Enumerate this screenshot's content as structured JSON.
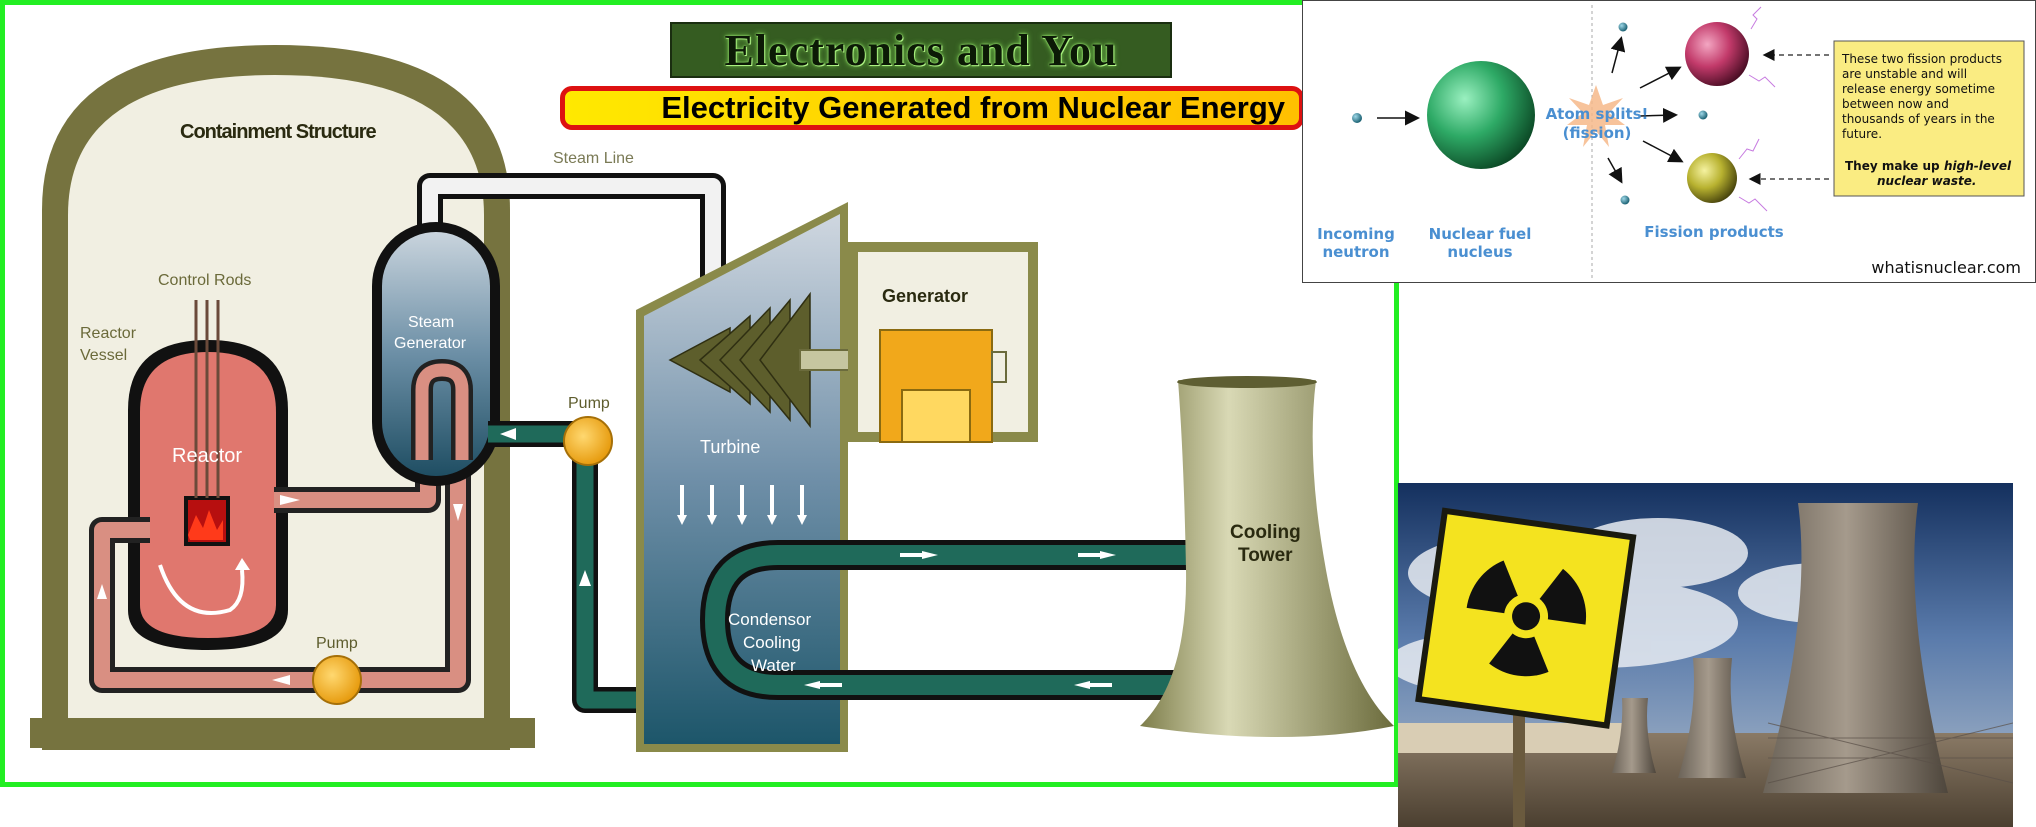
{
  "brand": {
    "title": "Electronics and You"
  },
  "diagram": {
    "title": "Electricity Generated from Nuclear Energy",
    "labels": {
      "containment": "Containment Structure",
      "steam_line": "Steam Line",
      "control_rods": "Control Rods",
      "reactor_vessel_1": "Reactor",
      "reactor_vessel_2": "Vessel",
      "reactor": "Reactor",
      "steam_gen_1": "Steam",
      "steam_gen_2": "Generator",
      "pump_top": "Pump",
      "pump_bottom": "Pump",
      "generator": "Generator",
      "turbine": "Turbine",
      "condensor_1": "Condensor",
      "condensor_2": "Cooling",
      "condensor_3": "Water",
      "cooling_1": "Cooling",
      "cooling_2": "Tower"
    }
  },
  "fission": {
    "labels": {
      "incoming_1": "Incoming",
      "incoming_2": "neutron",
      "nucleus_1": "Nuclear fuel",
      "nucleus_2": "nucleus",
      "split_1": "Atom splits!",
      "split_2": "(fission)",
      "products": "Fission products"
    },
    "note_lines": [
      "These two fission products",
      "are unstable and will",
      "release energy sometime",
      "between now and",
      "thousands of years in the",
      "future."
    ],
    "note_bold_1": "They make up",
    "note_bold_italic_1": "high-level",
    "note_bold_italic_2": "nuclear waste.",
    "credit": "whatisnuclear.com"
  },
  "photo": {
    "description_icon": "radiation-sign-icon"
  },
  "colors": {
    "frame": "#22ee22",
    "title_bg": "#ffd000",
    "title_border": "#dd1111",
    "olive": "#76733f",
    "reactor": "#e0776e",
    "pipe_red": "#d98f82",
    "pipe_teal": "#1f6a5a",
    "pump": "#f0b020",
    "fission_label": "#4a8fd1",
    "note_bg": "#faec82"
  }
}
